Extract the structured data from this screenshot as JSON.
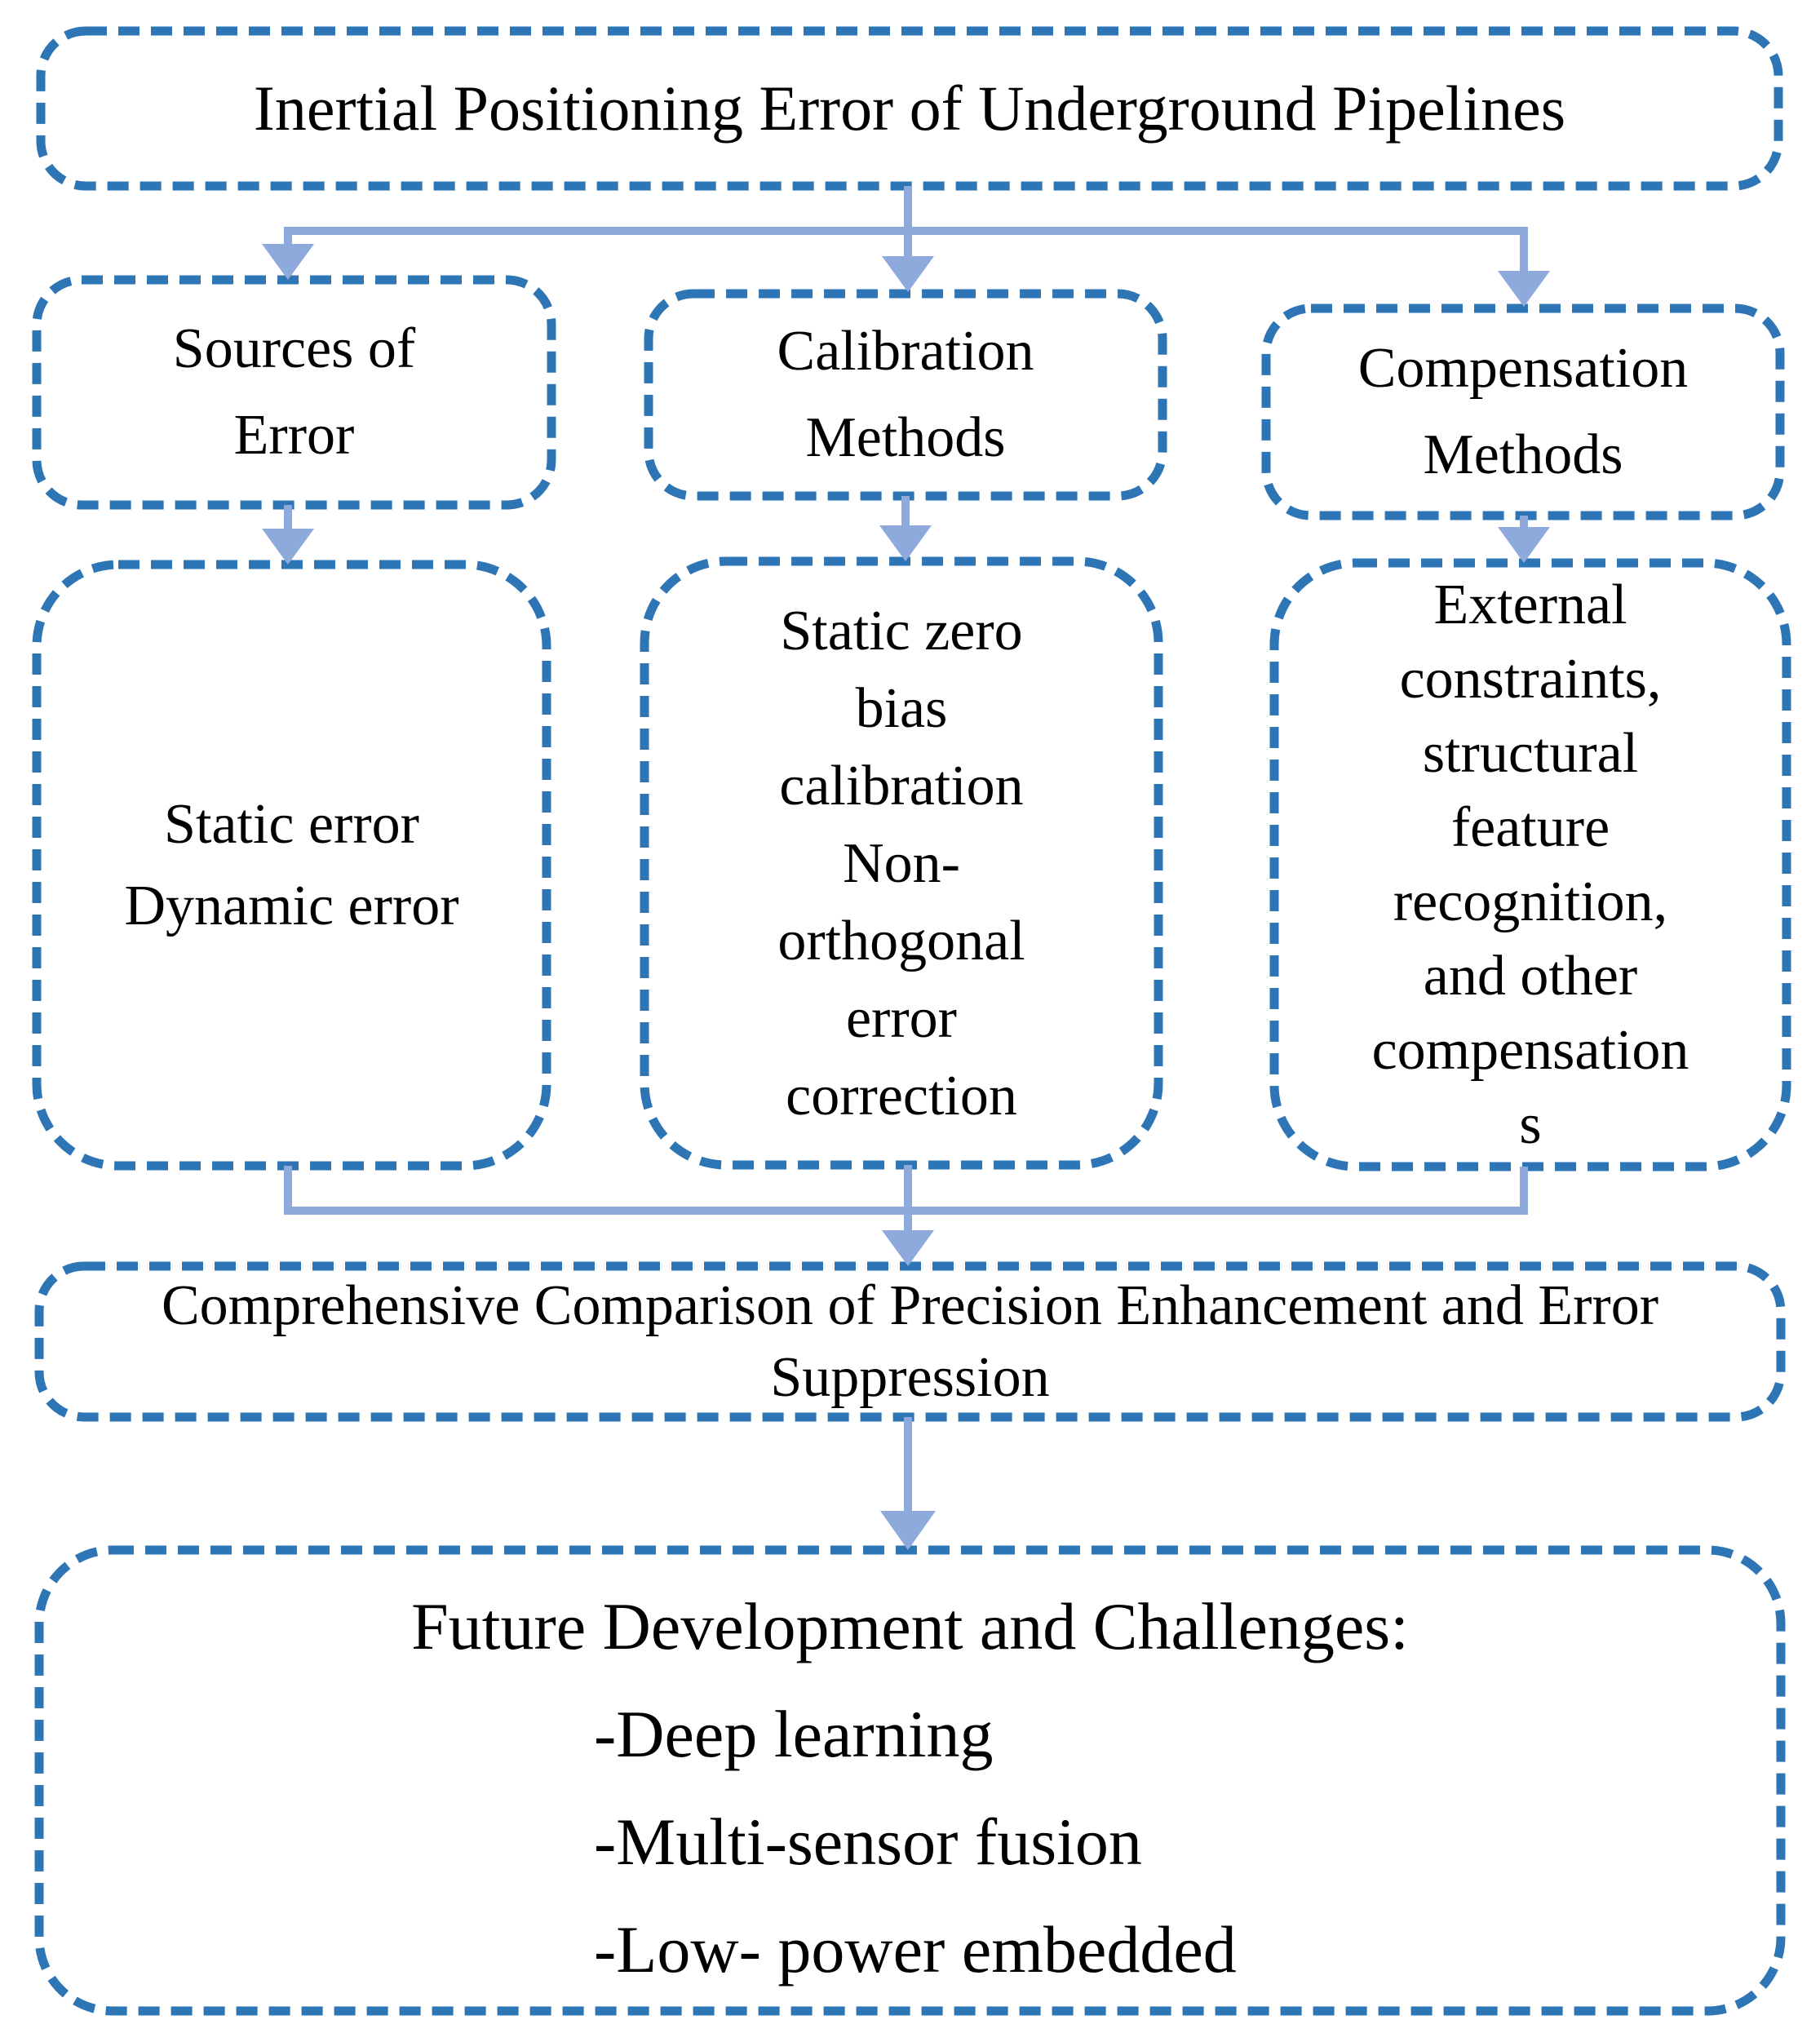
{
  "diagram": {
    "title": "Inertial Positioning Error of Underground Pipelines",
    "branches": [
      {
        "header_lines": [
          "Sources of",
          "Error"
        ],
        "detail_lines": [
          "Static error",
          "Dynamic error"
        ]
      },
      {
        "header_lines": [
          "Calibration",
          "Methods"
        ],
        "detail_lines": [
          "Static zero",
          "bias",
          "calibration",
          "Non-",
          "orthogonal",
          "error",
          "correction"
        ]
      },
      {
        "header_lines": [
          "Compensation",
          "Methods"
        ],
        "detail_lines": [
          "External",
          "constraints,",
          "structural",
          "feature",
          "recognition,",
          "and other",
          "compensation",
          "s"
        ]
      }
    ],
    "comparison_lines": [
      "Comprehensive Comparison of Precision Enhancement and Error",
      "Suppression"
    ],
    "future": {
      "heading": "Future Development and Challenges:",
      "items": [
        "-Deep learning",
        "-Multi-sensor fusion",
        "-Low- power embedded"
      ]
    },
    "colors": {
      "border": "#2E75B6",
      "arrow": "#8EA9DB",
      "text": "#000000",
      "background": "#FFFFFF"
    }
  }
}
